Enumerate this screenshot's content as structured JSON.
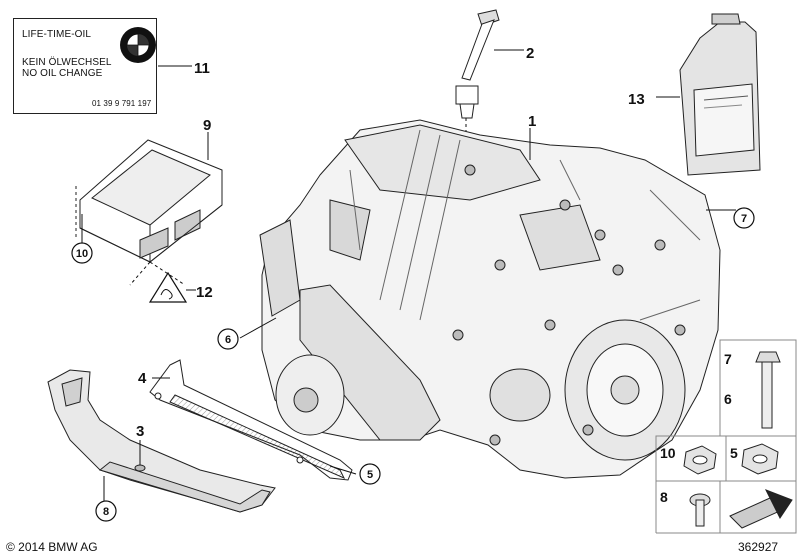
{
  "label_card": {
    "line1": "LIFE-TIME-OIL",
    "line2": "KEIN ÖLWECHSEL",
    "line3": "NO OIL CHANGE",
    "part_no": "01 39 9 791 197",
    "logo": "bmw-roundel-icon"
  },
  "callouts": {
    "c1": "1",
    "c2": "2",
    "c3": "3",
    "c4": "4",
    "c5": "5",
    "c6": "6",
    "c7": "7",
    "c8": "8",
    "c9": "9",
    "c10": "10",
    "c11": "11",
    "c12": "12",
    "c13": "13"
  },
  "legend": {
    "r1": "7",
    "r2": "6",
    "r3": "10",
    "r4": "5",
    "r5": "8"
  },
  "footer": {
    "copyright": "© 2014 BMW AG",
    "diagram_no": "362927"
  }
}
